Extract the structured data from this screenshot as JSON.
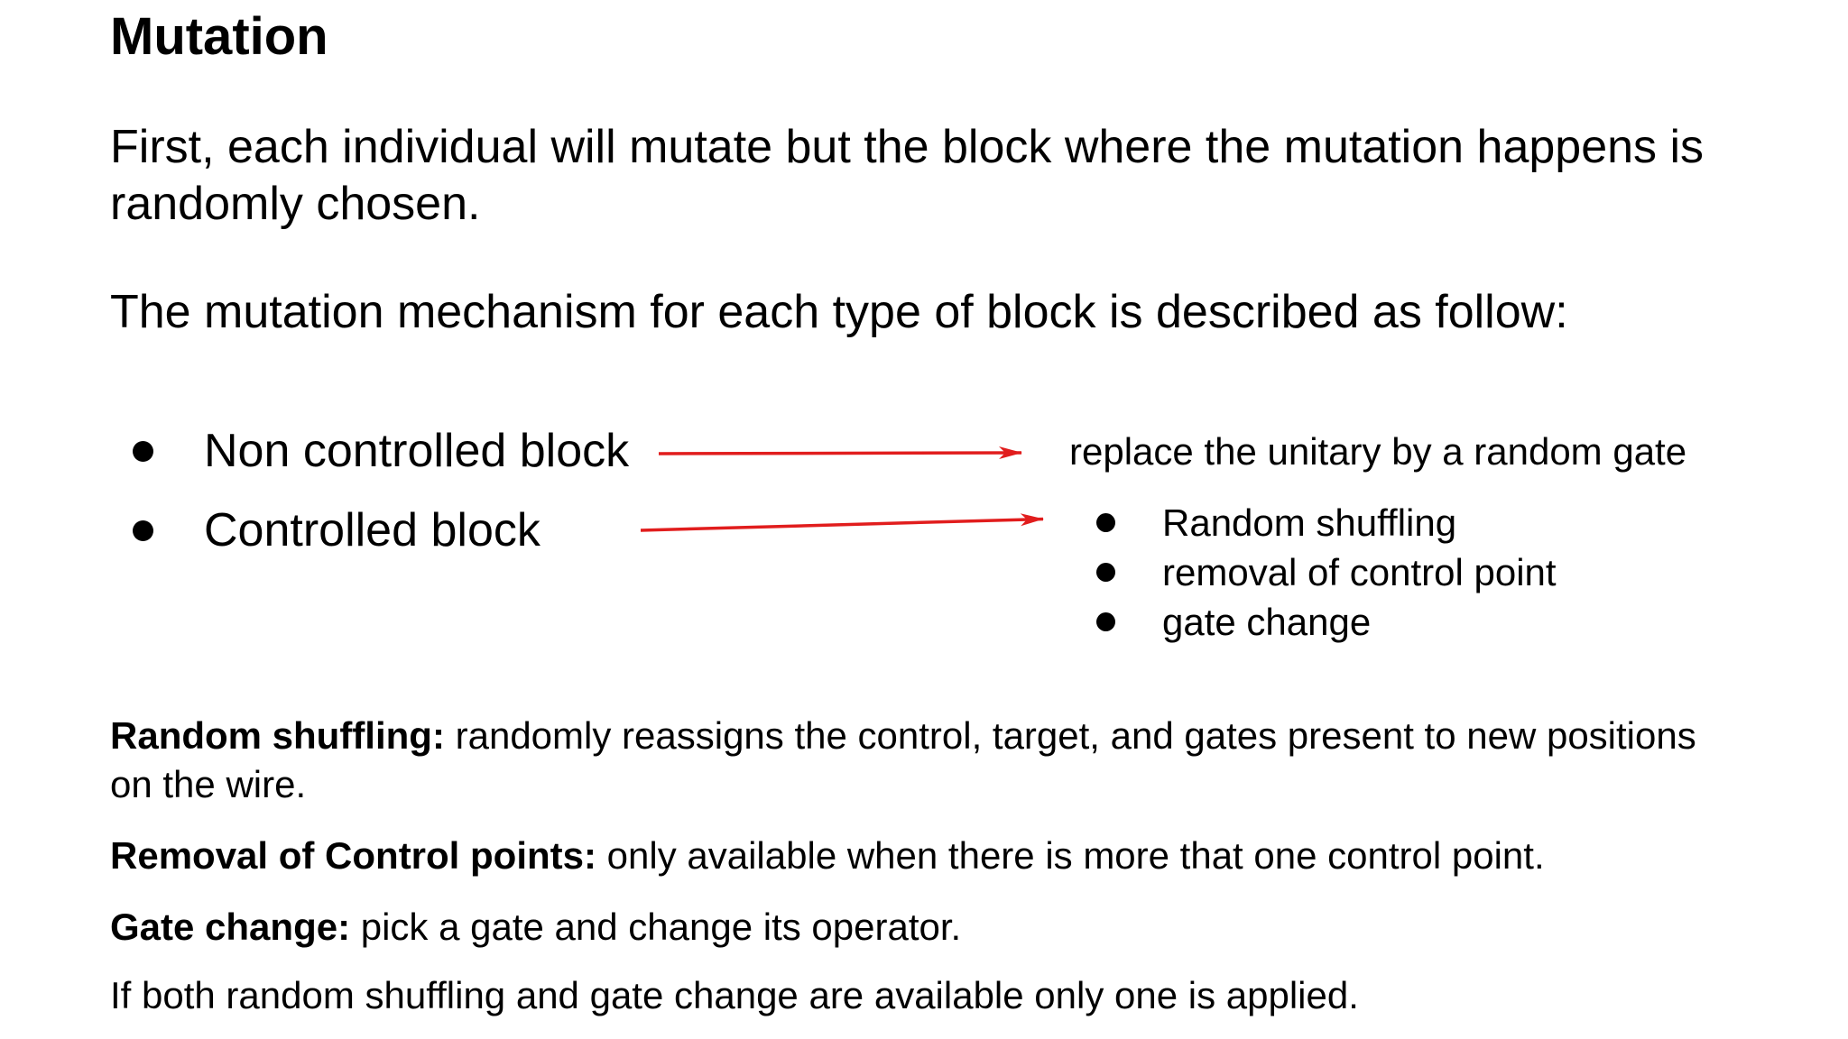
{
  "page": {
    "background": "#ffffff",
    "text_color": "#000000",
    "arrow_color": "#e11d1d"
  },
  "title": "Mutation",
  "intro": {
    "p1": "First, each individual will mutate but the block where the mutation happens is\nrandomly chosen.",
    "p2": "The mutation mechanism for each type of block is described as follow:"
  },
  "block_types": [
    {
      "label": "Non controlled block",
      "mutation": "replace the unitary by a random gate"
    },
    {
      "label": "Controlled block",
      "mutations": [
        "Random shuffling",
        "removal of control point",
        "gate change"
      ]
    }
  ],
  "definitions": [
    {
      "term": "Random shuffling:",
      "description": " randomly reassigns the control, target, and gates present to new positions\non the wire."
    },
    {
      "term": "Removal of Control points:",
      "description": " only available when there is more that one control point."
    },
    {
      "term": "Gate change:",
      "description": " pick a gate and change its operator."
    }
  ],
  "note": "If both random shuffling and gate change are available only one is applied."
}
